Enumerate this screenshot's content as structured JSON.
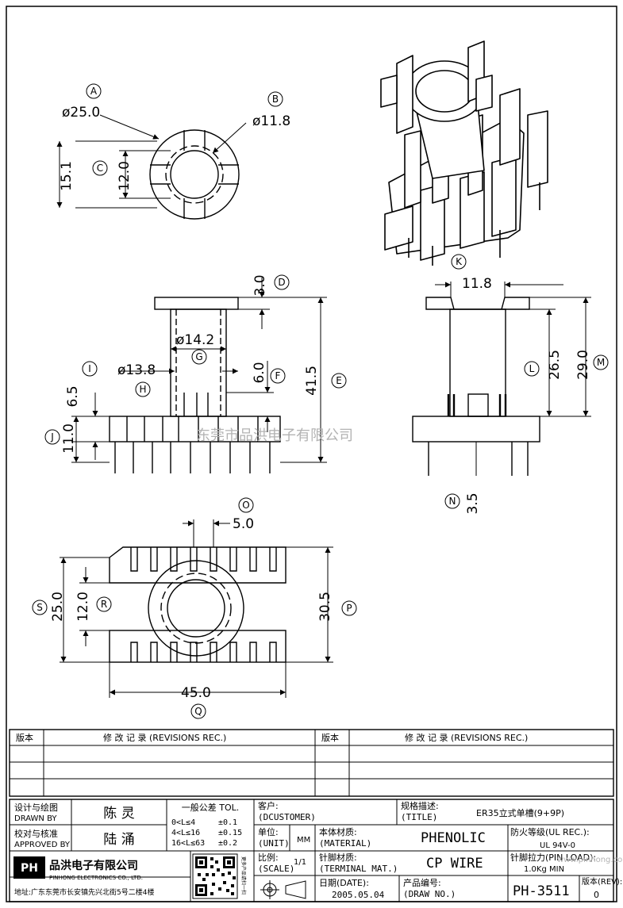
{
  "drawing": {
    "top_view": {
      "dims": {
        "outer_dia": "ø25.0",
        "inner_dia": "ø11.8",
        "h1": "15.1",
        "h2": "12.0"
      },
      "callouts": {
        "a": "A",
        "b": "B",
        "c": "C"
      }
    },
    "iso_view": {
      "callout": "K"
    },
    "front_view": {
      "dims": {
        "flange": "3.0",
        "bore": "ø14.2",
        "core": "ø13.8",
        "slot": "6.0",
        "total": "41.5",
        "step": "6.5",
        "base": "11.0"
      },
      "callouts": {
        "d": "D",
        "g": "G",
        "i": "I",
        "f": "F",
        "e": "E",
        "h": "H",
        "j": "J"
      }
    },
    "side_view": {
      "dims": {
        "width": "11.8",
        "inner": "26.5",
        "outer": "29.0",
        "pin": "3.5"
      },
      "callouts": {
        "l": "L",
        "m": "M",
        "n": "N"
      }
    },
    "bottom_view": {
      "dims": {
        "pitch": "5.0",
        "span_s": "25.0",
        "span_r": "12.0",
        "span_p": "30.5",
        "length": "45.0"
      },
      "callouts": {
        "o": "O",
        "s": "S",
        "r": "R",
        "p": "P",
        "q": "Q"
      }
    },
    "watermark": "东莞市品洪电子有限公司"
  },
  "revisions": {
    "col_ver": "版本",
    "col_rec": "修 改 记 录 (REVISIONS REC.)",
    "col_ver2": "版本",
    "col_rec2": "修 改 记 录 (REVISIONS REC.)"
  },
  "title_block": {
    "designer_label_cn": "设计与绘图",
    "designer_label_en": "DRAWN BY",
    "designer_name": "陈 灵",
    "approver_label_cn": "校对与核准",
    "approver_label_en": "APPROVED BY",
    "approver_name": "陆 涌",
    "tolerance_title": "一般公差 TOL.",
    "tolerances": [
      {
        "range": "0<L≤4",
        "value": "±0.1"
      },
      {
        "range": "4<L≤16",
        "value": "±0.15"
      },
      {
        "range": "16<L≤63",
        "value": "±0.2"
      }
    ],
    "customer_label_cn": "客户:",
    "customer_label_en": "(DCUSTOMER)",
    "title_label_cn": "规格描述:",
    "title_label_en": "(TITLE)",
    "title_value": "ER35立式单槽(9+9P)",
    "unit_label_cn": "单位:",
    "unit_label_en": "(UNIT)",
    "unit_value": "MM",
    "material_label_cn": "本体材质:",
    "material_label_en": "(MATERIAL)",
    "material_value": "PHENOLIC",
    "fire_label": "防火等级(UL REC.):",
    "fire_value": "UL 94V-0",
    "scale_label_cn": "比例:",
    "scale_label_en": "(SCALE)",
    "scale_value": "1/1",
    "terminal_label_cn": "针脚材质:",
    "terminal_label_en": "(TERMINAL MAT.)",
    "terminal_value": "CP WIRE",
    "pinload_label": "针脚拉力(PIN LOAD):",
    "pinload_value": "1.0Kg MIN",
    "date_label_cn": "日期(DATE):",
    "date_value": "2005.05.04",
    "drawno_label_cn": "产品编号:",
    "drawno_label_en": "(DRAW NO.)",
    "drawno_value": "PH-3511",
    "rev_label": "版本(REV):",
    "rev_value": "0",
    "company_logo": "PH",
    "company_name": "品洪电子有限公司",
    "company_en": "PINHONG ELECTRONICS CO., LTD.",
    "company_address": "地址:广东东莞市长安镇先兴北街5号二楼4楼",
    "qr_caption": "更多产品请扫一扫",
    "url_watermark": "www.pinhong.com.td"
  }
}
